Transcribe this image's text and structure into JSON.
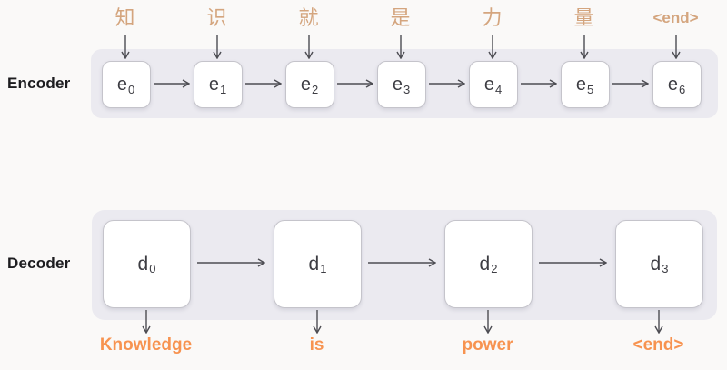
{
  "diagram": {
    "type": "seq2seq-encoder-decoder"
  },
  "colors": {
    "encoder_input_text": "#D4A57E",
    "decoder_output_text": "#F79350",
    "strip_background": "#EBEAF0",
    "arrow": "#4C4C52",
    "cell_border": "#C5C4CB",
    "page_background": "#FAF9F8"
  },
  "encoder": {
    "label": "Encoder",
    "nodes": [
      {
        "input": "知",
        "base": "e",
        "sub": "0"
      },
      {
        "input": "识",
        "base": "e",
        "sub": "1"
      },
      {
        "input": "就",
        "base": "e",
        "sub": "2"
      },
      {
        "input": "是",
        "base": "e",
        "sub": "3"
      },
      {
        "input": "力",
        "base": "e",
        "sub": "4"
      },
      {
        "input": "量",
        "base": "e",
        "sub": "5"
      },
      {
        "input": "<end>",
        "base": "e",
        "sub": "6"
      }
    ]
  },
  "decoder": {
    "label": "Decoder",
    "nodes": [
      {
        "base": "d",
        "sub": "0",
        "output": "Knowledge"
      },
      {
        "base": "d",
        "sub": "1",
        "output": "is"
      },
      {
        "base": "d",
        "sub": "2",
        "output": "power"
      },
      {
        "base": "d",
        "sub": "3",
        "output": "<end>"
      }
    ]
  }
}
